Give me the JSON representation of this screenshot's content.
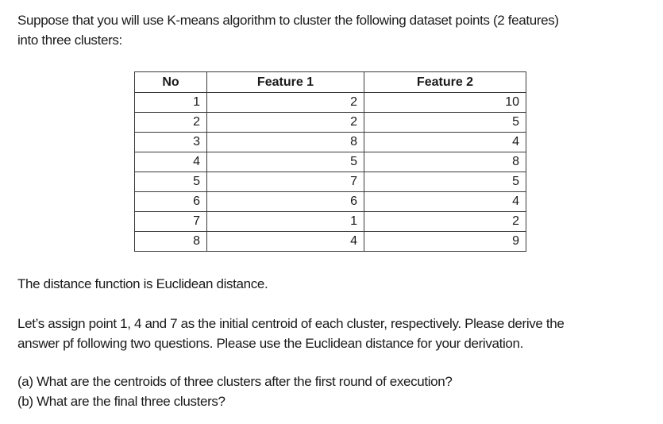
{
  "intro": {
    "lines": [
      "Suppose that you will use K-means algorithm to cluster the following dataset points (2 features)",
      "into three clusters:"
    ]
  },
  "table": {
    "headers": [
      "No",
      "Feature 1",
      "Feature 2"
    ],
    "rows": [
      [
        "1",
        "2",
        "10"
      ],
      [
        "2",
        "2",
        "5"
      ],
      [
        "3",
        "8",
        "4"
      ],
      [
        "4",
        "5",
        "8"
      ],
      [
        "5",
        "7",
        "5"
      ],
      [
        "6",
        "6",
        "4"
      ],
      [
        "7",
        "1",
        "2"
      ],
      [
        "8",
        "4",
        "9"
      ]
    ]
  },
  "distance_note": "The distance function is Euclidean distance.",
  "instructions": {
    "lines": [
      "Let’s assign point 1, 4 and 7 as the initial centroid of each cluster, respectively. Please derive the",
      "answer pf following two questions. Please use the Euclidean distance for your derivation."
    ]
  },
  "questions": [
    "(a) What are the centroids of three clusters after the first round of execution?",
    "(b) What are the final three clusters?"
  ]
}
